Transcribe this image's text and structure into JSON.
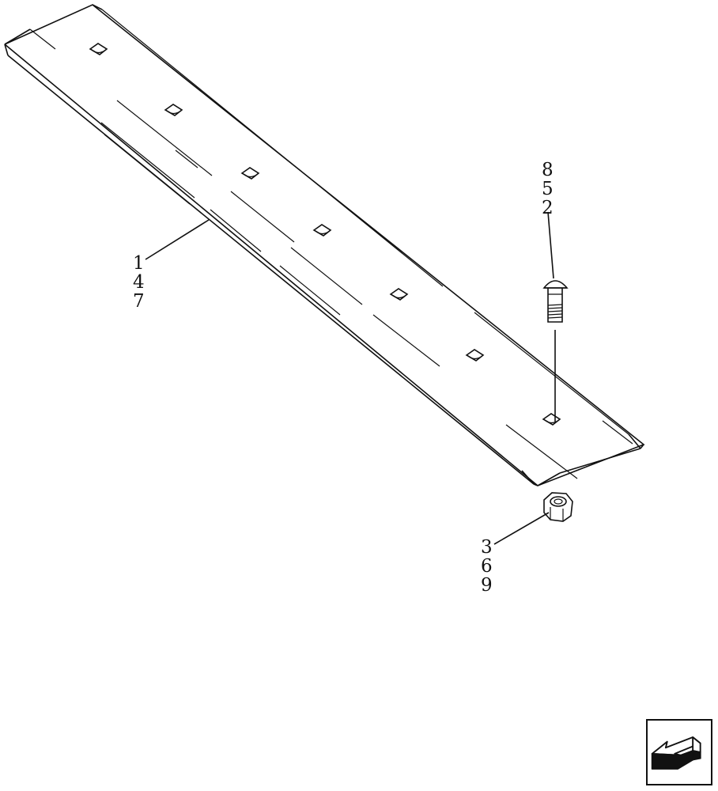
{
  "callouts": {
    "blade": [
      "1",
      "4",
      "7"
    ],
    "bolt": [
      "8",
      "5",
      "2"
    ],
    "nut": [
      "3",
      "6",
      "9"
    ]
  },
  "nav": {
    "icon": "back-arrow-icon"
  },
  "colors": {
    "line": "#111111",
    "background": "#ffffff"
  }
}
